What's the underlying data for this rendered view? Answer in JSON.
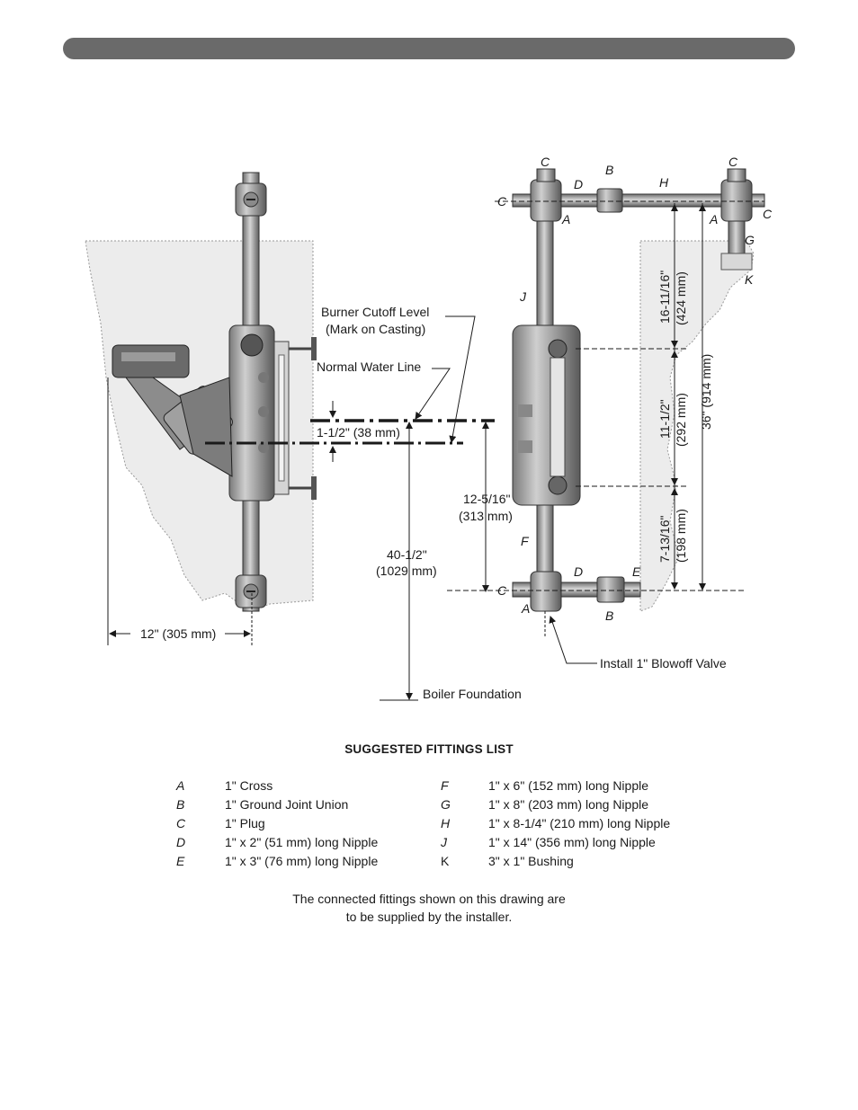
{
  "colors": {
    "header_bar": "#6a6a6a",
    "pipe": "#9b9b9b",
    "boiler_fill": "#ebebeb",
    "line": "#1a1a1a"
  },
  "callouts": {
    "burner_cutoff_1": "Burner Cutoff Level",
    "burner_cutoff_2": "(Mark on Casting)",
    "normal_water_line": "Normal Water Line",
    "dim_1_5": "1-1/2\" (38 mm)",
    "dim_12_5_16_a": "12-5/16\"",
    "dim_12_5_16_b": "(313 mm)",
    "dim_40_5_a": "40-1/2\"",
    "dim_40_5_b": "(1029 mm)",
    "dim_12": "12\" (305 mm)",
    "boiler_foundation": "Boiler Foundation",
    "blowoff_valve": "Install 1\" Blowoff Valve",
    "dim_16_a": "16-11/16\"",
    "dim_16_b": "(424 mm)",
    "dim_11_a": "11-1/2\"",
    "dim_11_b": "(292 mm)",
    "dim_7_a": "7-13/16\"",
    "dim_7_b": "(198 mm)",
    "dim_36": "36\" (914 mm)"
  },
  "part_letters": {
    "c1": "C",
    "b1": "B",
    "c2": "C",
    "c3": "C",
    "d1": "D",
    "h1": "H",
    "a1": "A",
    "a2": "A",
    "c4": "C",
    "g1": "G",
    "k1": "K",
    "j1": "J",
    "f1": "F",
    "d2": "D",
    "e1": "E",
    "c5": "C",
    "a3": "A",
    "b2": "B"
  },
  "fittings": {
    "title": "SUGGESTED FITTINGS LIST",
    "left": [
      {
        "key": "A",
        "desc": "1\" Cross"
      },
      {
        "key": "B",
        "desc": "1\" Ground Joint Union"
      },
      {
        "key": "C",
        "desc": "1\" Plug"
      },
      {
        "key": "D",
        "desc": "1\" x 2\" (51 mm) long Nipple"
      },
      {
        "key": "E",
        "desc": "1\" x 3\" (76 mm) long Nipple"
      }
    ],
    "right": [
      {
        "key": "F",
        "desc": "1\" x 6\" (152 mm) long Nipple"
      },
      {
        "key": "G",
        "desc": "1\" x 8\" (203 mm) long Nipple"
      },
      {
        "key": "H",
        "desc": "1\" x 8-1/4\" (210 mm) long Nipple"
      },
      {
        "key": "J",
        "desc": "1\" x 14\" (356 mm) long Nipple"
      },
      {
        "key": "K",
        "desc": "3\" x 1\" Bushing"
      }
    ]
  },
  "note": {
    "line1": "The connected fittings shown on this drawing are",
    "line2": "to be supplied by the installer."
  }
}
